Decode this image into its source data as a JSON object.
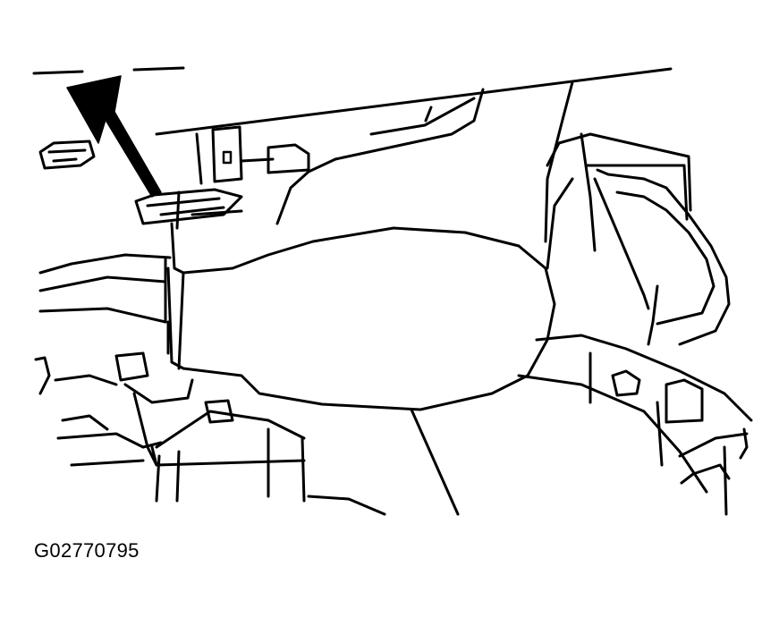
{
  "figure": {
    "id_label": "G02770795",
    "subject": "engine-compartment-line-drawing",
    "pointer": "black-arrow-pointing-at-clip",
    "colors": {
      "ink": "#000000",
      "paper": "#ffffff"
    }
  }
}
